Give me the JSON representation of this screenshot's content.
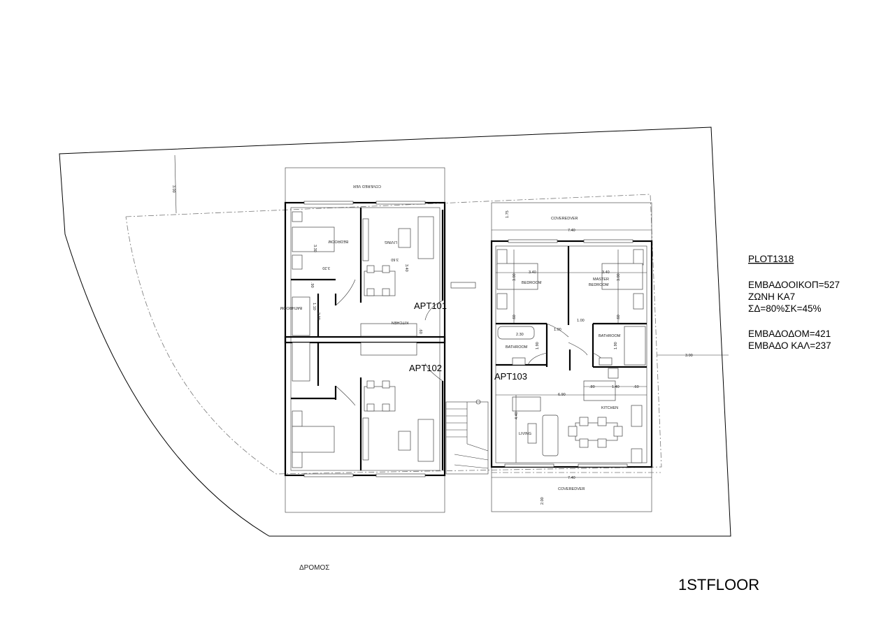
{
  "drawing": {
    "title": "1STFLOOR",
    "road_label": "ΔΡΟΜΟΣ",
    "plot_info": {
      "plot": "PLOT1318",
      "lines": [
        "ΕΜΒΑΔΟΟΙΚΟΠ=527",
        "ΖΩΝΗ ΚΑ7",
        "ΣΔ=80%ΣΚ=45%",
        "ΕΜΒΑΔΟΔΟΜ=421",
        "ΕΜΒΑΔΟ ΚΑΛ=237"
      ]
    },
    "setbacks": {
      "left": "3.00",
      "right": "3.00"
    },
    "left_block": {
      "covered_ver": "COVERED VER",
      "apt101": {
        "label": "APT101",
        "bedroom": "BEDROOM",
        "living": "LIVING",
        "bathroom": "BATHROOM",
        "kitchen": "KITCHEN",
        "dims": {
          "bed_w": "3.20",
          "bed_h": "3.30",
          "liv_w": "3.60",
          "liv_h": "3.40",
          "bath_w": "2.00",
          "bath_h": "1.10",
          "k": ".60",
          "c": ".90"
        }
      },
      "apt102": {
        "label": "APT102"
      }
    },
    "right_block": {
      "covered_top": "COVEREDVER",
      "covered_bottom": "COVEREDVER",
      "apt103": {
        "label": "APT103",
        "bedroom": "BEDROOM",
        "master_bedroom": [
          "MASTER",
          "BEDROOM"
        ],
        "bathroom_1": "BATHROOM",
        "bathroom_2": "BATHROOM",
        "kitchen": "KITCHEN",
        "living": "LIVING",
        "dims": {
          "top_depth": "1.75",
          "width_top": "7.40",
          "width_bottom": "7.40",
          "bed_w": "3.40",
          "bed_h": "3.00",
          "mbed_w": "3.40",
          "mbed_h": "3.00",
          "corr1": "1.00",
          "corr2": "1.00",
          "bath": "2.30",
          "bath_h": "1.90",
          "bath2_h": "1.90",
          "wd1": ".60",
          "wd2": ".60",
          "living_w": "6.90",
          "living_h": "4.40",
          "k1": ".80",
          "k2": "1.40",
          "k3": ".60",
          "bottom_depth": "2.00"
        }
      }
    }
  }
}
